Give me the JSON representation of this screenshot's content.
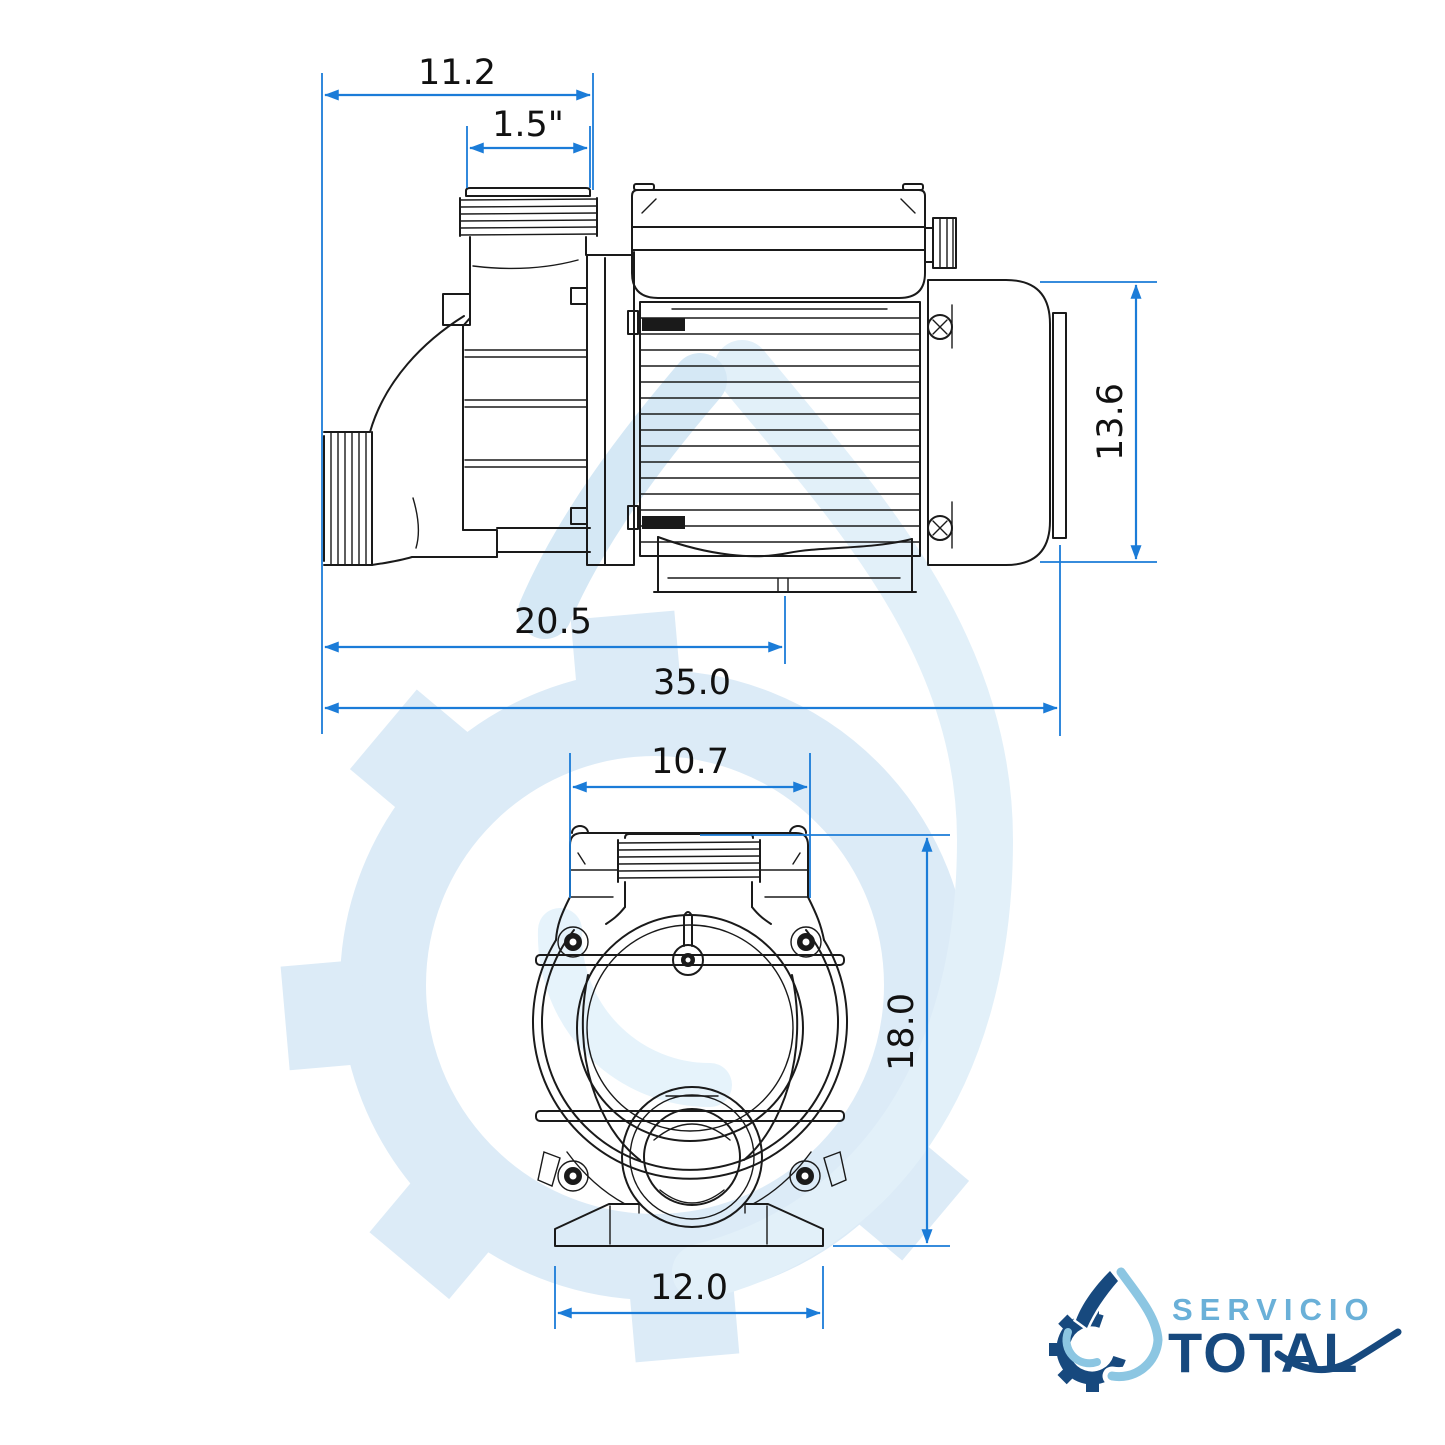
{
  "drawing": {
    "type": "technical-dimension-drawing",
    "subject": "spa circulation pump, side view and front view",
    "views": [
      {
        "id": "side-view",
        "description": "pump side elevation with motor, terminal box, end cap, suction and discharge threaded ports"
      },
      {
        "id": "front-view",
        "description": "pump front elevation with threaded top port, clamp band, face screws and discharge bore"
      }
    ]
  },
  "dimensions": {
    "top_width": {
      "label": "11.2",
      "view": "side",
      "orientation": "horizontal"
    },
    "port_size": {
      "label": "1.5\"",
      "view": "side",
      "orientation": "horizontal"
    },
    "motor_height": {
      "label": "13.6",
      "view": "side",
      "orientation": "vertical"
    },
    "pump_length": {
      "label": "20.5",
      "view": "side",
      "orientation": "horizontal"
    },
    "overall_length": {
      "label": "35.0",
      "view": "side",
      "orientation": "horizontal"
    },
    "front_top_width": {
      "label": "10.7",
      "view": "front",
      "orientation": "horizontal"
    },
    "overall_height": {
      "label": "18.0",
      "view": "front",
      "orientation": "vertical"
    },
    "base_width": {
      "label": "12.0",
      "view": "front",
      "orientation": "horizontal"
    }
  },
  "logo": {
    "line1": "SERVICIO",
    "line2": "TOTAL",
    "icon": "water-drop-gear-icon"
  },
  "colors": {
    "dimension_blue": "#1b7cd8",
    "line_black": "#1a1a1a",
    "logo_light_blue": "#6ab0d8",
    "logo_navy": "#17497e",
    "watermark_blue": "#dcebf7",
    "background": "#ffffff"
  }
}
